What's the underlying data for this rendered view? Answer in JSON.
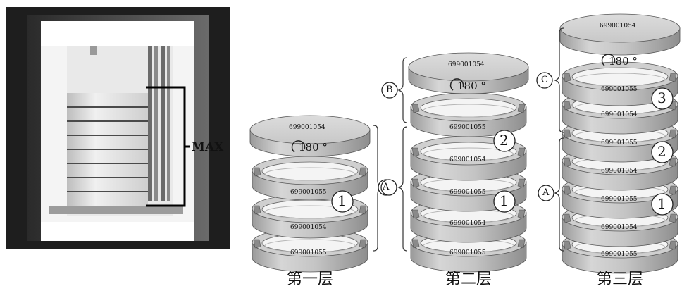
{
  "max_label": "MAX",
  "part_number_top": "699001054",
  "part_number_ring": "699001055",
  "rotate_label": "180 °",
  "circle_labels": {
    "one": "1",
    "two": "2",
    "three": "3"
  },
  "group_labels": {
    "a": "A",
    "b": "B",
    "c": "C"
  },
  "captions": [
    "第一层",
    "第二层",
    "第三层"
  ]
}
